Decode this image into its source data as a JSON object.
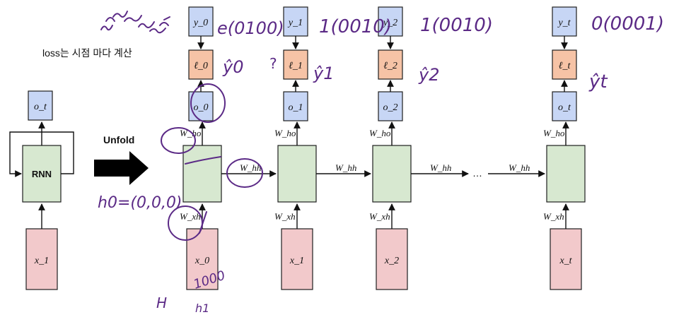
{
  "note": {
    "text": "loss는 시점 마다 계산"
  },
  "unfold_label": "Unfold",
  "rolled": {
    "output": "o_t",
    "cell": "RNN",
    "input": "x_1"
  },
  "weights": {
    "w_ho": "W_ho",
    "w_hh": "W_hh",
    "w_xh": "W_xh"
  },
  "ellipsis": "…",
  "steps": [
    {
      "y": "y_0",
      "loss": "ℓ_0",
      "o": "o_0",
      "x": "x_0"
    },
    {
      "y": "y_1",
      "loss": "ℓ_1",
      "o": "o_1",
      "x": "x_1"
    },
    {
      "y": "y_2",
      "loss": "ℓ_2",
      "o": "o_2",
      "x": "x_2"
    },
    {
      "y": "y_t",
      "loss": "ℓ_t",
      "o": "o_t",
      "x": "x_t"
    }
  ],
  "annotations": {
    "y0_onehot": "e(0100)",
    "y1_onehot": "1(0010)",
    "y2_onehot": "1(0010)",
    "yt_onehot": "0(0001)",
    "yhat0": "ŷ0",
    "yhat1": "ŷ1",
    "yhat2": "ŷ2",
    "yhatt": "ŷt",
    "h0_init": "h0=(0,0,0)",
    "x0_vec": "1000",
    "x0_h": "H",
    "x0_sub": "h1",
    "q_mark": "?"
  }
}
